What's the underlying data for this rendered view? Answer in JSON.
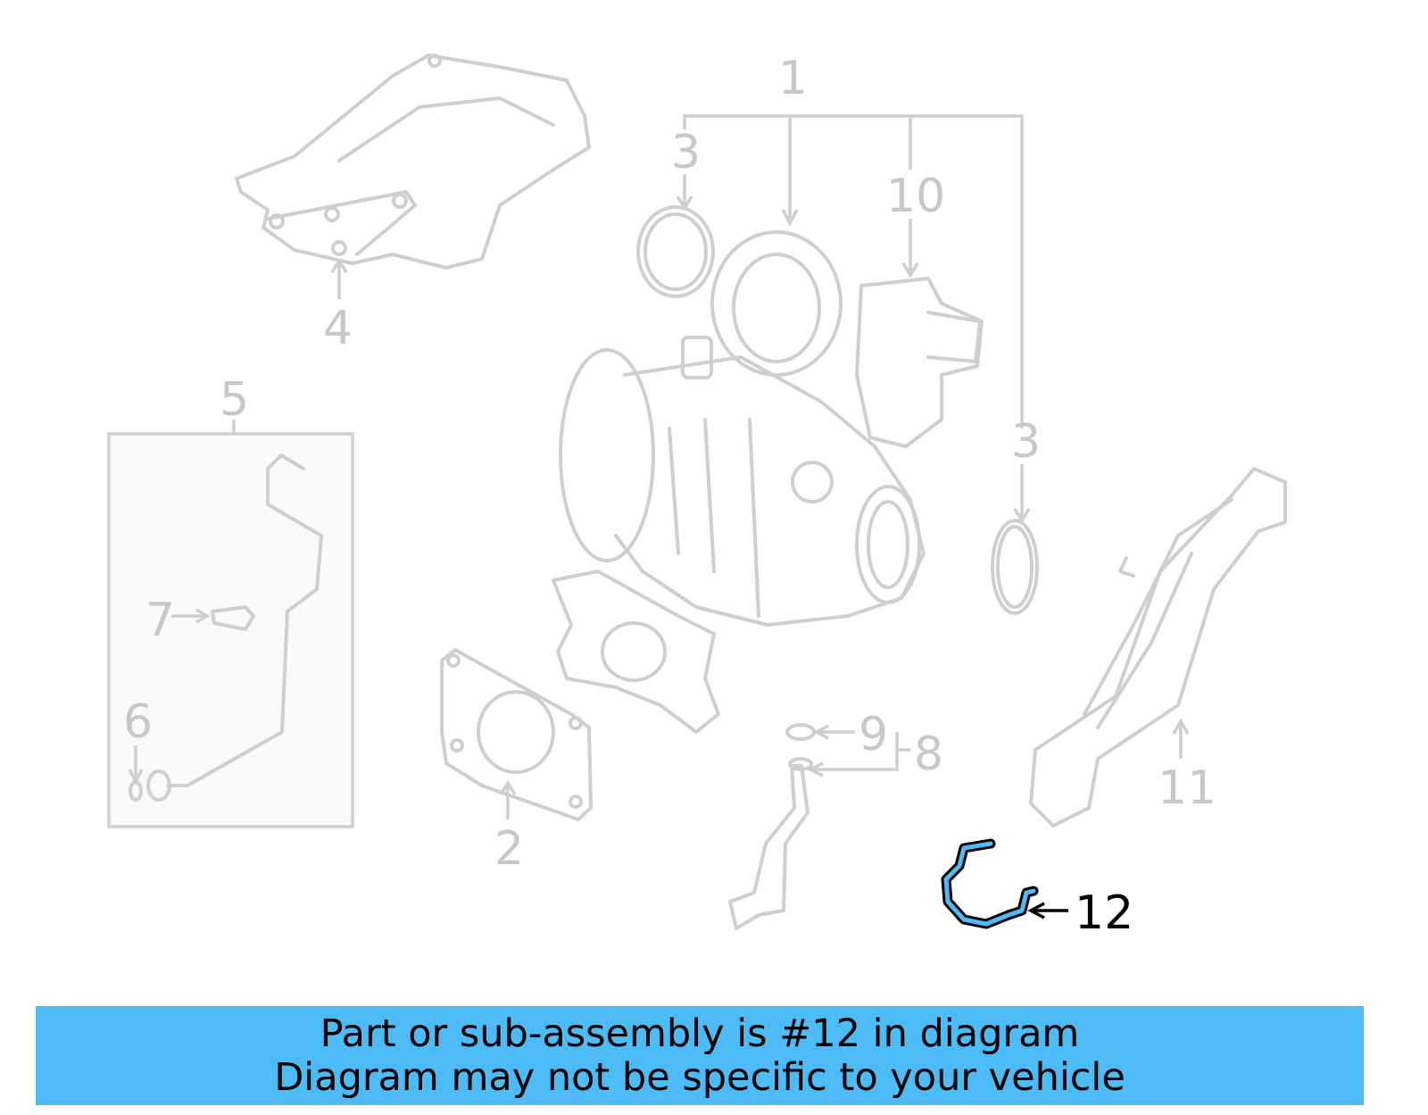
{
  "diagram": {
    "callouts": {
      "c1": "1",
      "c2": "2",
      "c3_left": "3",
      "c3_right": "3",
      "c4": "4",
      "c5": "5",
      "c6": "6",
      "c7": "7",
      "c8": "8",
      "c9": "9",
      "c10": "10",
      "c11": "11",
      "c12": "12"
    },
    "highlighted_part": "12",
    "highlight_color": "#4dbbf5",
    "dim_color": "#cfcfcf"
  },
  "banner": {
    "line1": "Part or sub-assembly is #12 in diagram",
    "line2": "Diagram may not be specific to your vehicle",
    "background": "#4dbbf5"
  }
}
